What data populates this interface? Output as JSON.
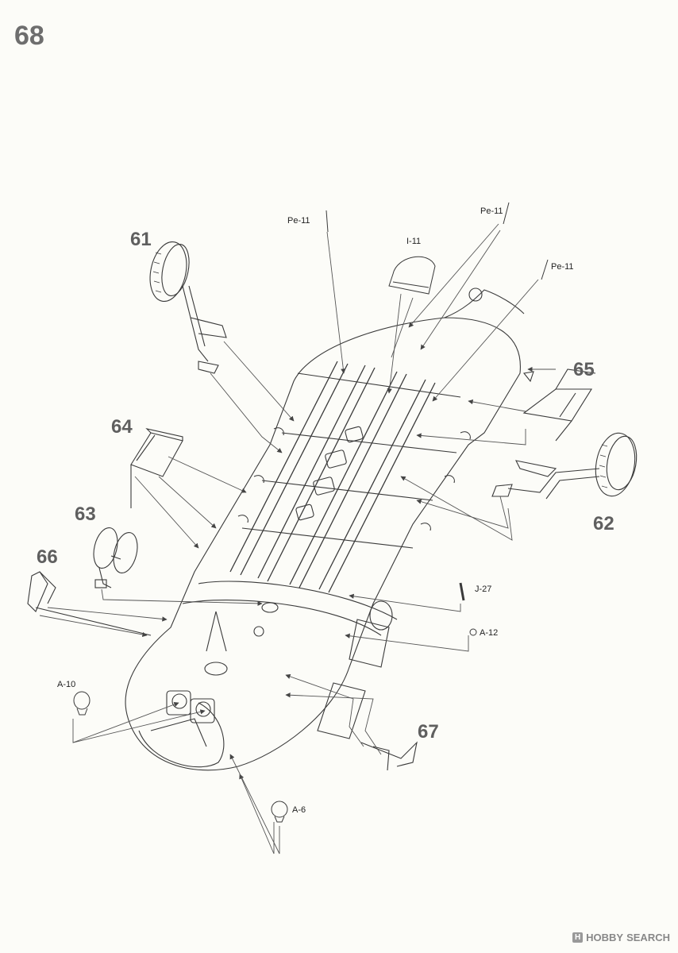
{
  "step_number": "68",
  "callouts": {
    "c61": "61",
    "c62": "62",
    "c63": "63",
    "c64": "64",
    "c65": "65",
    "c66": "66",
    "c67": "67"
  },
  "part_labels": {
    "pe11_a": "Pe-11",
    "pe11_b": "Pe-11",
    "pe11_c": "Pe-11",
    "i11": "I-11",
    "j27": "J-27",
    "a12": "A-12",
    "a10": "A-10",
    "a6": "A-6"
  },
  "watermark": {
    "brand": "HOBBY",
    "word": "SEARCH"
  },
  "colors": {
    "line": "#3a3a3a",
    "leader": "#555555",
    "callout": "#5f5f5f"
  }
}
